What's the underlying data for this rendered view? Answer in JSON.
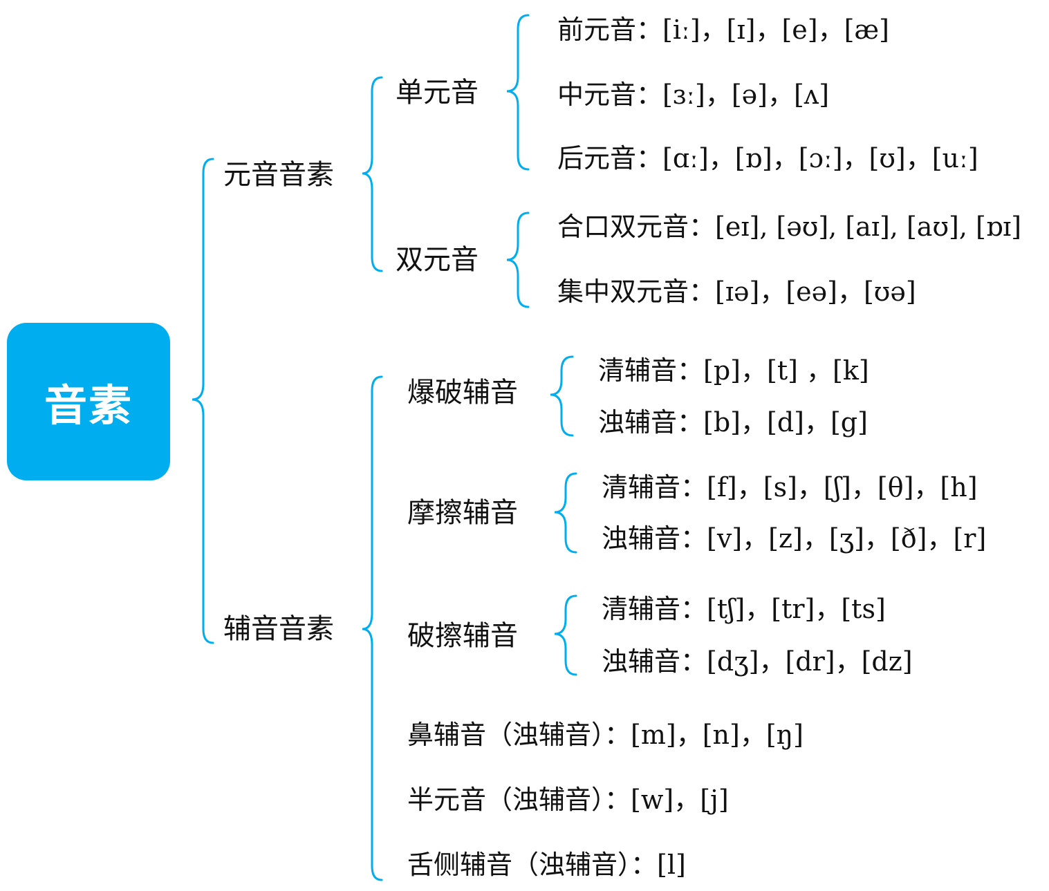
{
  "colors": {
    "accent": "#00aeef",
    "text": "#111111",
    "background": "#ffffff"
  },
  "root": {
    "label": "音素"
  },
  "vowels": {
    "label": "元音音素",
    "monophthongs": {
      "label": "单元音",
      "items": [
        {
          "label": "前元音",
          "sep": "：",
          "ipa": "[iː]，[ɪ]，[e]，[æ]"
        },
        {
          "label": "中元音",
          "sep": "：",
          "ipa": "[ɜː]，[ə]，[ʌ]"
        },
        {
          "label": "后元音",
          "sep": "：",
          "ipa": "[ɑː]，[ɒ]，[ɔː]，[ʊ]，[uː]"
        }
      ]
    },
    "diphthongs": {
      "label": "双元音",
      "items": [
        {
          "label": "合口双元音",
          "sep": "：",
          "ipa": "[eɪ], [əʊ], [aɪ], [aʊ], [ɒɪ]"
        },
        {
          "label": "集中双元音",
          "sep": "：",
          "ipa": "[ɪə]，[eə]，[ʊə]"
        }
      ]
    }
  },
  "consonants": {
    "label": "辅音音素",
    "plosives": {
      "label": "爆破辅音",
      "items": [
        {
          "label": "清辅音",
          "sep": "：",
          "ipa": "[p]，[t] ，[k]"
        },
        {
          "label": "浊辅音",
          "sep": "：",
          "ipa": "[b]，[d]，[g]"
        }
      ]
    },
    "fricatives": {
      "label": "摩擦辅音",
      "items": [
        {
          "label": "清辅音",
          "sep": "：",
          "ipa": "[f]，[s]，[ʃ]，[θ]，[h]"
        },
        {
          "label": "浊辅音",
          "sep": "：",
          "ipa": "[v]，[z]，[ʒ]，[ð]，[r]"
        }
      ]
    },
    "affricates": {
      "label": "破擦辅音",
      "items": [
        {
          "label": "清辅音",
          "sep": "：",
          "ipa": "[tʃ]，[tr]，[ts]"
        },
        {
          "label": "浊辅音",
          "sep": "：",
          "ipa": "[dʒ]，[dr]，[dz]"
        }
      ]
    },
    "singles": [
      {
        "label": "鼻辅音（浊辅音）",
        "sep": "：",
        "ipa": "[m]，[n]，[ŋ]"
      },
      {
        "label": "半元音（浊辅音）",
        "sep": "：",
        "ipa": "[w]，[j]"
      },
      {
        "label": "舌侧辅音（浊辅音）",
        "sep": "：",
        "ipa": "[l]"
      }
    ]
  }
}
